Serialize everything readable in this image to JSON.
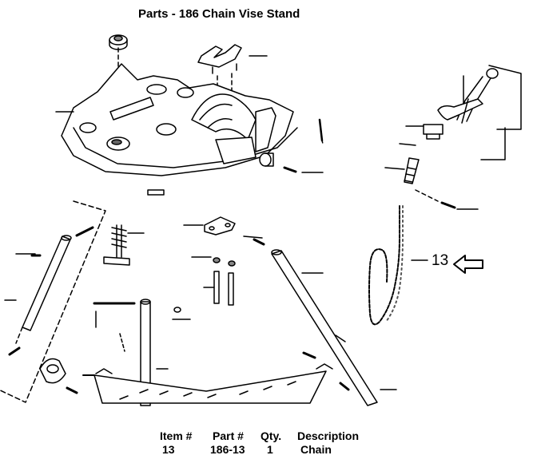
{
  "title": "Parts - 186 Chain Vise Stand",
  "callout": {
    "item": "13"
  },
  "parts_table": {
    "headers": [
      "Item #",
      "Part #",
      "Qty.",
      "Description"
    ],
    "rows": [
      [
        "13",
        "186-13",
        "1",
        "Chain"
      ]
    ]
  }
}
